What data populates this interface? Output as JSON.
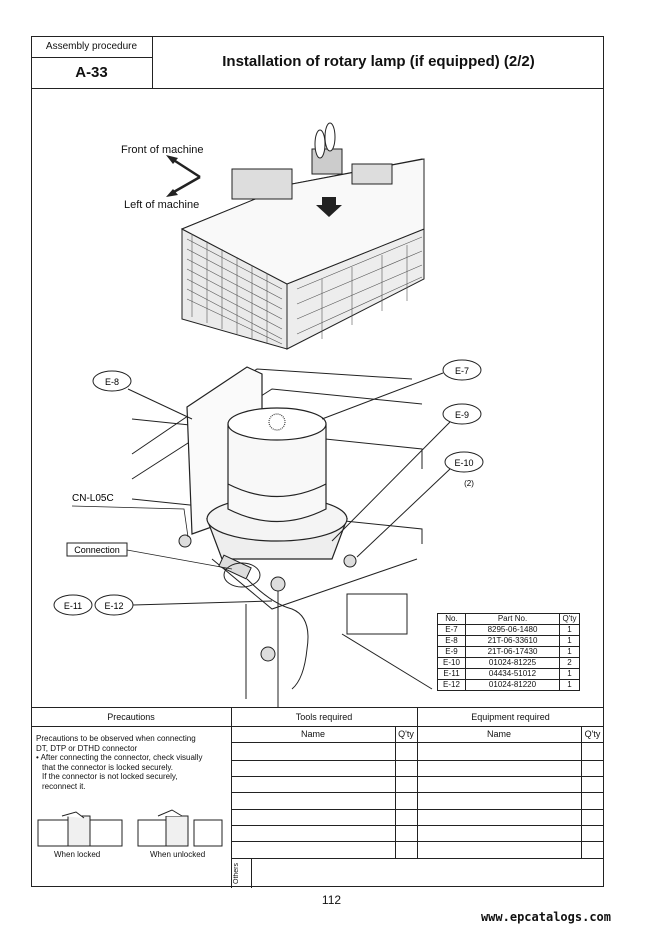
{
  "header": {
    "procedure_label": "Assembly procedure",
    "procedure_code": "A-33",
    "title": "Installation of rotary lamp (if equipped) (2/2)"
  },
  "figure": {
    "front_label": "Front of machine",
    "left_label": "Left of machine",
    "callouts": {
      "e8": "E-8",
      "e7": "E-7",
      "e9": "E-9",
      "e10": "E-10",
      "e10_qty": "(2)",
      "e11": "E-11",
      "e12": "E-12",
      "connector": "CN-L05C",
      "connection": "Connection"
    }
  },
  "parts_table": {
    "headers": [
      "No.",
      "Part No.",
      "Q'ty"
    ],
    "rows": [
      [
        "E-7",
        "8295-06-1480",
        "1"
      ],
      [
        "E-8",
        "21T-06-33610",
        "1"
      ],
      [
        "E-9",
        "21T-06-17430",
        "1"
      ],
      [
        "E-10",
        "01024-81225",
        "2"
      ],
      [
        "E-11",
        "04434-51012",
        "1"
      ],
      [
        "E-12",
        "01024-81220",
        "1"
      ]
    ]
  },
  "bottom": {
    "precautions_header": "Precautions",
    "tools_header": "Tools required",
    "equipment_header": "Equipment required",
    "name_label": "Name",
    "qty_label": "Q'ty",
    "precaution_lines": [
      "Precautions to be observed when connecting",
      "DT, DTP or DTHD connector",
      "• After connecting the connector, check visually",
      "  that the connector is locked securely.",
      "  If the connector is not locked securely,",
      "  reconnect it."
    ],
    "locked_caption": "When locked",
    "unlocked_caption": "When unlocked",
    "others_label": "Others"
  },
  "page_number": "112",
  "watermark": "www.epcatalogs.com"
}
